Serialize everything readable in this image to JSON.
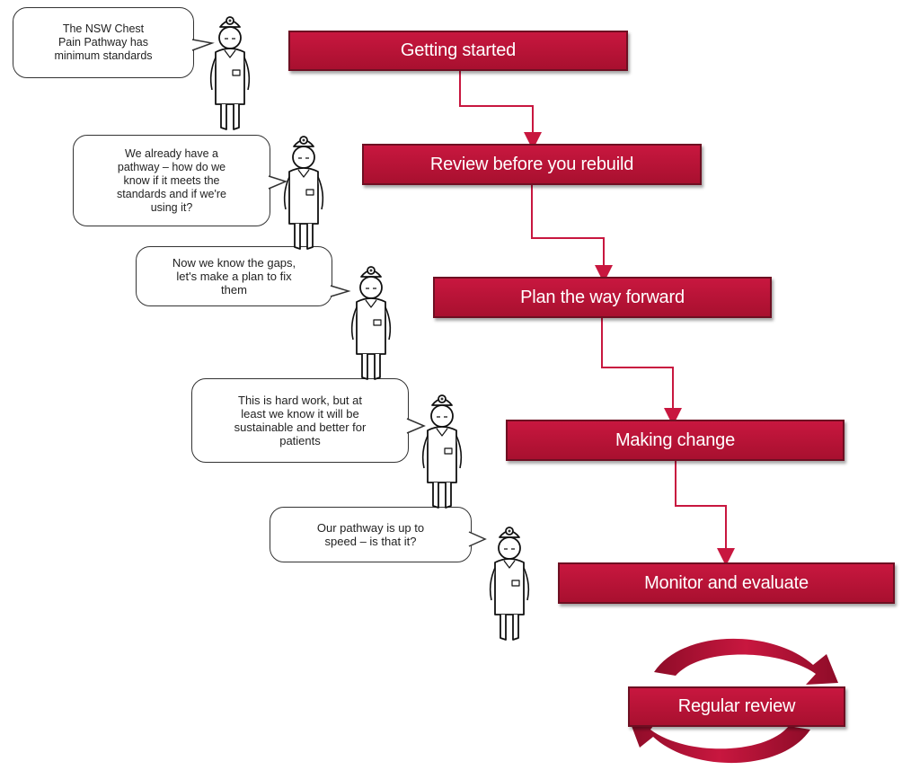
{
  "steps": [
    {
      "label": "Getting started"
    },
    {
      "label": "Review before you rebuild"
    },
    {
      "label": "Plan the way forward"
    },
    {
      "label": "Making change"
    },
    {
      "label": "Monitor and evaluate"
    },
    {
      "label": "Regular review"
    }
  ],
  "speech": [
    {
      "text": "The NSW Chest\nPain Pathway has\nminimum standards"
    },
    {
      "text": "We already have a\npathway – how do we\nknow if it meets the\nstandards and if we're\nusing it?"
    },
    {
      "text": "Now we know the gaps,\nlet's make a plan to fix\nthem"
    },
    {
      "text": "This is hard work, but at\nleast we know it will be\nsustainable and better for\npatients"
    },
    {
      "text": "Our pathway is up to\nspeed – is that it?"
    }
  ],
  "colors": {
    "box_fill": "#b8123a",
    "connector": "#c8173f",
    "cycle_arrow": "#a8102f"
  },
  "icons": [
    "nurse-figure-icon",
    "cycle-arrow-icon"
  ]
}
